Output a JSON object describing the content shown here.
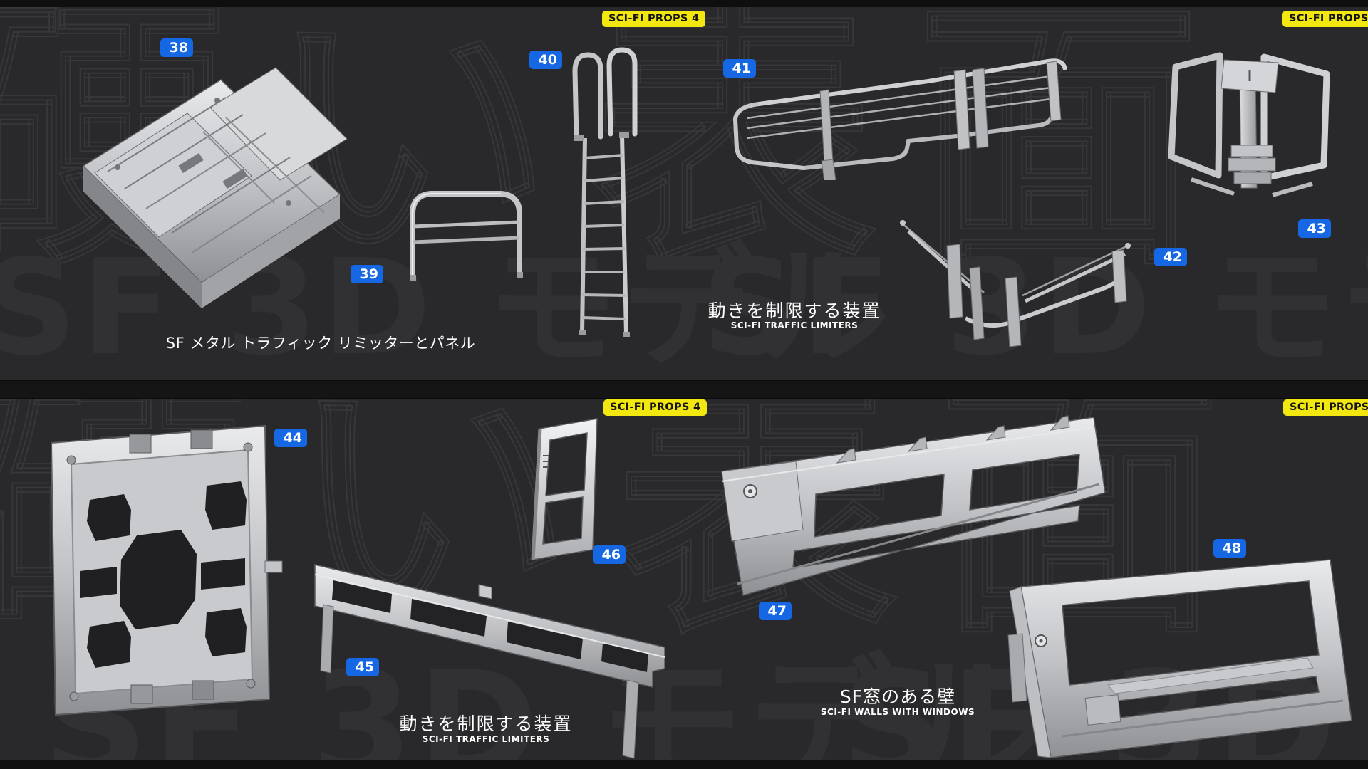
{
  "series_badge": "SCI-FI PROPS 4",
  "watermarks": {
    "outline_text": "硬い表面",
    "solid_text": "SF 3D モデル"
  },
  "quadrants": {
    "top_left": {
      "caption_jp": "SF メタル トラフィック リミッターとパネル",
      "caption_en": "",
      "items": [
        {
          "number": "38",
          "name": "metal platform panel"
        },
        {
          "number": "39",
          "name": "tubular railing"
        },
        {
          "number": "40",
          "name": "ladder with handrails"
        }
      ]
    },
    "top_right": {
      "caption_jp": "動きを制限する装置",
      "caption_en": "SCI-FI  TRAFFIC LIMITERS",
      "items": [
        {
          "number": "41",
          "name": "long wire barrier"
        },
        {
          "number": "42",
          "name": "v-shaped wire barrier"
        },
        {
          "number": "43",
          "name": "folding tubular gate"
        }
      ]
    },
    "bottom_left": {
      "caption_jp": "動きを制限する装置",
      "caption_en": "SCI-FI  TRAFFIC LIMITERS",
      "items": [
        {
          "number": "44",
          "name": "square panel with cutouts"
        },
        {
          "number": "45",
          "name": "long cutout barrier"
        },
        {
          "number": "46",
          "name": "framed door panel"
        }
      ]
    },
    "bottom_right": {
      "caption_jp": "SF窓のある壁",
      "caption_en": "SCI-FI  WALLS WITH WINDOWS",
      "items": [
        {
          "number": "47",
          "name": "long wall frame with windows"
        },
        {
          "number": "48",
          "name": "wall panel with window"
        }
      ]
    }
  },
  "colors": {
    "background": "#29292b",
    "number_badge": "#1667e3",
    "series_badge": "#f2e70e",
    "caption": "#ffffff"
  }
}
